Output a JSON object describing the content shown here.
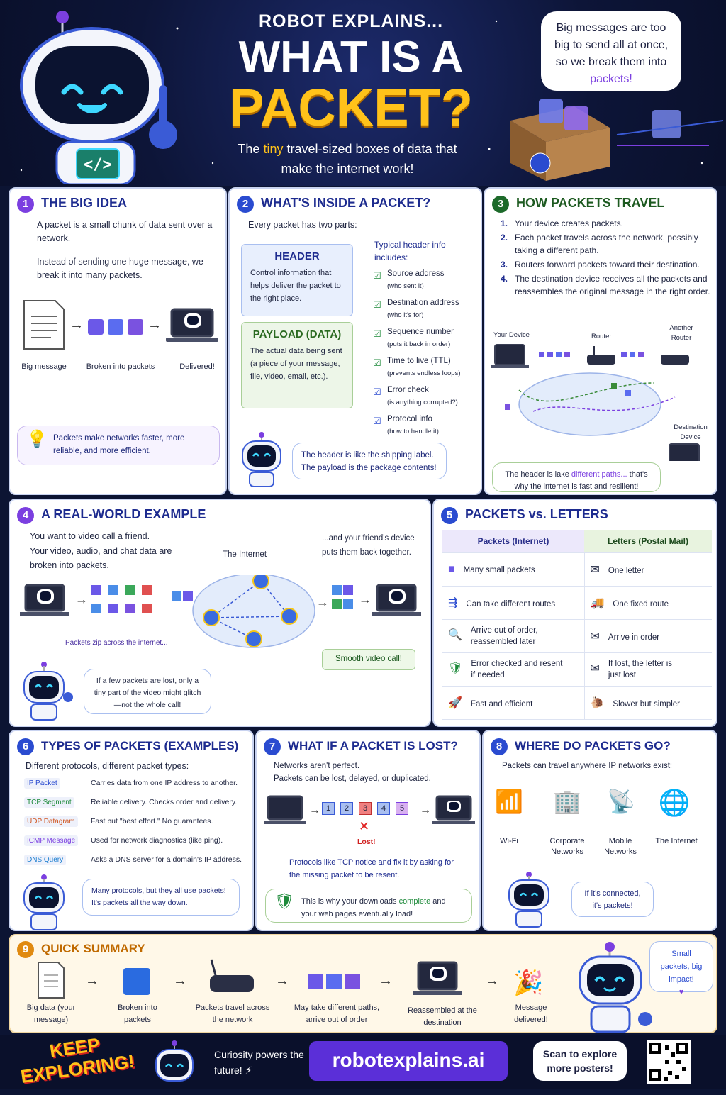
{
  "header": {
    "kicker": "ROBOT EXPLAINS...",
    "title_line1": "WHAT IS A",
    "title_line2": "PACKET?",
    "subtitle_pre": "The ",
    "subtitle_hl": "tiny",
    "subtitle_post": " travel-sized boxes of data that make the internet work!",
    "bubble_text": "Big messages are too big to send all at once, so we break them into ",
    "bubble_hl": "packets!",
    "robot_screen": "</>"
  },
  "s1": {
    "num": "1",
    "title": "THE BIG IDEA",
    "p1": "A packet is a small chunk of data sent over a network.",
    "p2": "Instead of sending one huge message, we break it into many packets.",
    "labels": [
      "Big message",
      "Broken into packets",
      "Delivered!"
    ],
    "tip": "Packets make networks faster, more reliable, and more efficient."
  },
  "s2": {
    "num": "2",
    "title": "WHAT'S INSIDE A PACKET?",
    "intro": "Every packet has two parts:",
    "header_title": "HEADER",
    "header_text": "Control information that helps deliver the packet to the right place.",
    "payload_title": "PAYLOAD (DATA)",
    "payload_text": "The actual data being sent (a piece of your message, file, video, email, etc.).",
    "info_title": "Typical header info includes:",
    "items": [
      {
        "name": "Source address",
        "desc": "(who sent it)"
      },
      {
        "name": "Destination address",
        "desc": "(who it's for)"
      },
      {
        "name": "Sequence number",
        "desc": "(puts it back in order)"
      },
      {
        "name": "Time to live (TTL)",
        "desc": "(prevents endless loops)"
      },
      {
        "name": "Error check",
        "desc": "(is anything corrupted?)"
      },
      {
        "name": "Protocol info",
        "desc": "(how to handle it)"
      }
    ],
    "tip": "The header is like the shipping label. The payload is the package contents!"
  },
  "s3": {
    "num": "3",
    "title": "HOW PACKETS TRAVEL",
    "steps": [
      "Your device creates packets.",
      "Each packet travels across the network, possibly taking a different path.",
      "Routers forward packets toward their destination.",
      "The destination device receives all the packets and reassembles the original message in the right order."
    ],
    "labels": {
      "device": "Your Device",
      "router": "Router",
      "another": "Another Router",
      "dest": "Destination Device"
    },
    "tip_pre": "The header is lake ",
    "tip_hl": "different paths...",
    "tip_post": " that's why the internet is fast and resilient!"
  },
  "s4": {
    "num": "4",
    "title": "A REAL-WORLD EXAMPLE",
    "p1": "You want to video call a friend.",
    "p2": "Your video, audio, and chat data are broken into packets.",
    "internet": "The Internet",
    "right": "...and your friend's device puts them back together.",
    "zip": "Packets zip across the internet...",
    "smooth": "Smooth video call!",
    "tip": "If a few packets are lost, only a tiny part of the video might glitch—not the whole call!"
  },
  "s5": {
    "num": "5",
    "title": "PACKETS vs. LETTERS",
    "col1": "Packets (Internet)",
    "col2": "Letters (Postal Mail)",
    "rows": [
      {
        "a": "Many small packets",
        "b": "One letter"
      },
      {
        "a": "Can take different routes",
        "b": "One fixed route"
      },
      {
        "a": "Arrive out of order, reassembled later",
        "b": "Arrive in order"
      },
      {
        "a": "Error checked and resent if needed",
        "b": "If lost, the letter is just lost"
      },
      {
        "a": "Fast and efficient",
        "b": "Slower but simpler"
      }
    ]
  },
  "s6": {
    "num": "6",
    "title": "TYPES OF PACKETS (EXAMPLES)",
    "intro": "Different protocols, different packet types:",
    "rows": [
      {
        "tag": "IP Packet",
        "desc": "Carries data from one IP address to another.",
        "color": "#2a4bd0"
      },
      {
        "tag": "TCP Segment",
        "desc": "Reliable delivery. Checks order and delivery.",
        "color": "#1d8a3a"
      },
      {
        "tag": "UDP Datagram",
        "desc": "Fast but \"best effort.\" No guarantees.",
        "color": "#d0531d"
      },
      {
        "tag": "ICMP Message",
        "desc": "Used for network diagnostics (like ping).",
        "color": "#7b3fe0"
      },
      {
        "tag": "DNS Query",
        "desc": "Asks a DNS server for a domain's IP address.",
        "color": "#1d7fd0"
      }
    ],
    "tip": "Many protocols, but they all use packets! It's packets all the way down."
  },
  "s7": {
    "num": "7",
    "title": "WHAT IF A PACKET IS LOST?",
    "p1": "Networks aren't perfect.",
    "p2": "Packets can be lost, delayed, or duplicated.",
    "packets": [
      "1",
      "2",
      "3",
      "4",
      "5"
    ],
    "lost": "Lost!",
    "note": "Protocols like TCP notice and fix it by asking for the missing packet to be resent.",
    "tip_pre": "This is why your downloads ",
    "tip_hl": "complete",
    "tip_post": " and your web pages eventually load!"
  },
  "s8": {
    "num": "8",
    "title": "WHERE DO PACKETS GO?",
    "intro": "Packets can travel anywhere IP networks exist:",
    "items": [
      "Wi-Fi",
      "Corporate Networks",
      "Mobile Networks",
      "The Internet"
    ],
    "tip": "If it's connected, it's packets!"
  },
  "s9": {
    "num": "9",
    "title": "QUICK SUMMARY",
    "steps": [
      "Big data (your message)",
      "Broken into packets",
      "Packets travel across the network",
      "May take different paths, arrive out of order",
      "Reassembled at the destination",
      "Message delivered!"
    ],
    "bubble": "Small packets, big impact!"
  },
  "footer": {
    "keep": "KEEP EXPLORING!",
    "curiosity": "Curiosity powers the future! ⚡",
    "url": "robotexplains.ai",
    "scan": "Scan to explore more posters!"
  },
  "colors": {
    "accent": "#7b3fe0",
    "gold": "#ffc21a",
    "navy": "#0c1433"
  }
}
